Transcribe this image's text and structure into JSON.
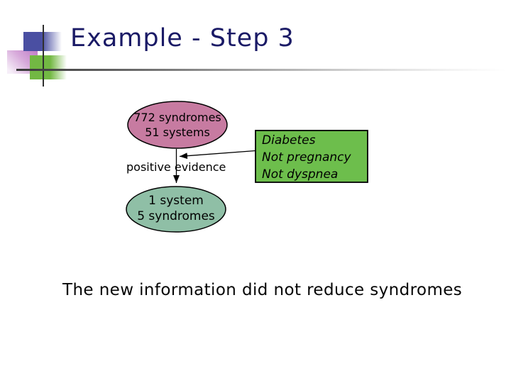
{
  "slide": {
    "title": "Example - Step 3",
    "footer_text": "The new information did not reduce syndromes"
  },
  "diagram": {
    "start_node": {
      "lines": [
        "772 syndromes",
        "51 systems"
      ]
    },
    "evidence_label": "positive evidence",
    "evidence_box": {
      "lines": [
        "Diabetes",
        "Not pregnancy",
        "Not dyspnea"
      ]
    },
    "result_node": {
      "lines": [
        "1 system",
        "5 syndromes"
      ]
    }
  },
  "colors": {
    "title_text": "#1a1a66",
    "start_node_fill": "#c77ba1",
    "evidence_box_fill": "#6dbe4c",
    "result_node_fill": "#8fbfa6",
    "shape_outline": "#000000",
    "decor_blue_square": "#4a4fa2",
    "decor_pink_square": "#bf7cc6",
    "decor_green_square": "#72b843",
    "crosshair_line": "#2f2f2f"
  }
}
